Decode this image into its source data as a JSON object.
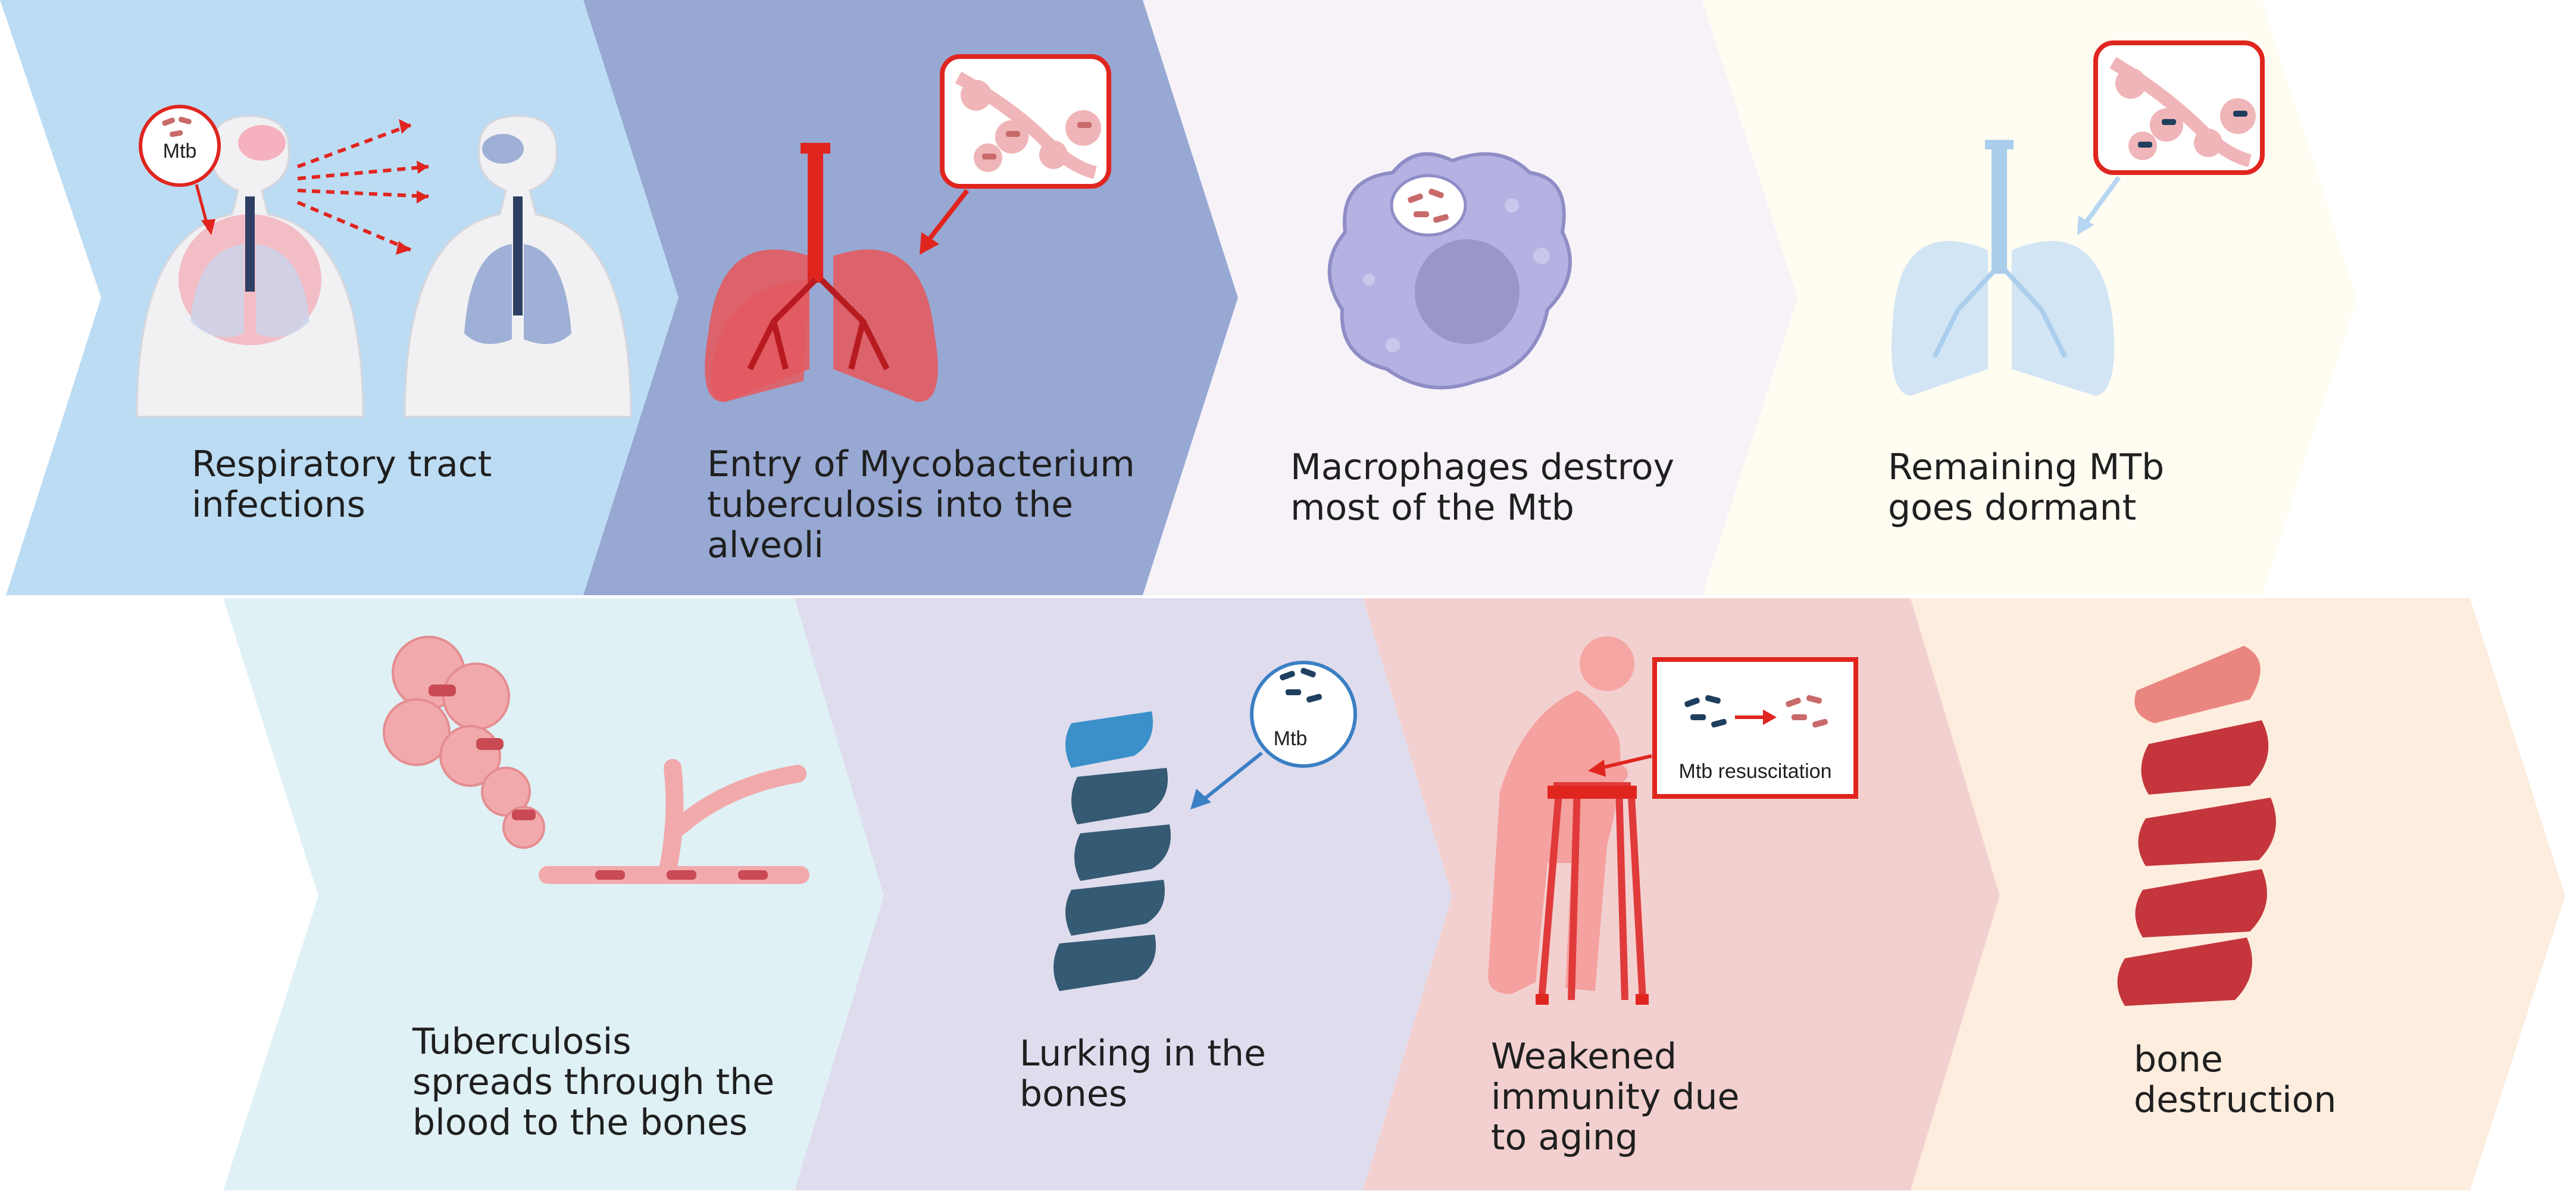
{
  "steps": [
    {
      "id": "respiratory",
      "caption": [
        "Respiratory tract",
        "infections"
      ],
      "color": "#bcdcf3"
    },
    {
      "id": "entry",
      "caption": [
        "Entry of Mycobacterium",
        "tuberculosis into the",
        "alveoli"
      ],
      "color": "#97a8d3"
    },
    {
      "id": "macrophages",
      "caption": [
        "Macrophages destroy",
        "most of the Mtb"
      ],
      "color": "#f6f2f8"
    },
    {
      "id": "dormant",
      "caption": [
        "Remaining MTb",
        "goes dormant"
      ],
      "color": "#fffcf2"
    },
    {
      "id": "spread",
      "caption": [
        "Tuberculosis",
        "spreads through the",
        "blood to the bones"
      ],
      "color": "#dff1f5"
    },
    {
      "id": "lurking",
      "caption": [
        "Lurking in the",
        "bones"
      ],
      "color": "#dfdcee"
    },
    {
      "id": "immunity",
      "caption": [
        "Weakened",
        "immunity due",
        "to aging"
      ],
      "color": "#f3d0d0"
    },
    {
      "id": "destruction",
      "caption": [
        "bone",
        "destruction"
      ],
      "color": "#fdedde"
    }
  ],
  "labels": {
    "mtb_top": "Mtb",
    "mtb_bone": "Mtb",
    "resuscitation": "Mtb resuscitation"
  },
  "colors": {
    "red": "#e0251f",
    "pink": "#f0b5b8",
    "bacteria_red": "#c96a6a",
    "bacteria_dark": "#1f3f5f",
    "vertebra_dark": "#355a73",
    "vertebra_light": "#3b90c9",
    "bone_red": "#c4363c"
  }
}
